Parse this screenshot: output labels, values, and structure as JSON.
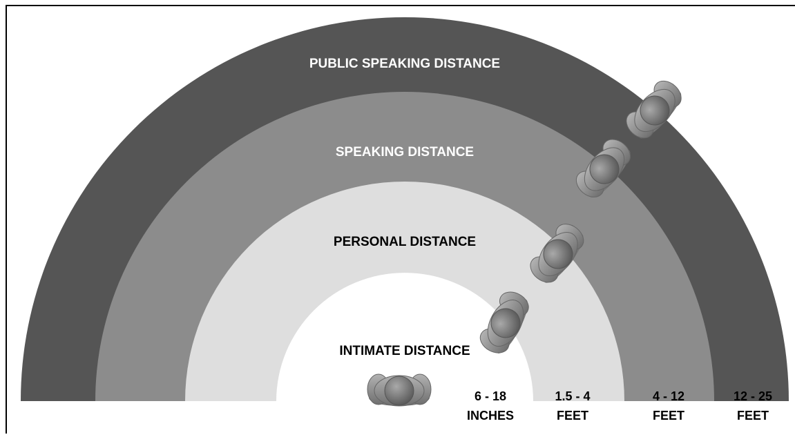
{
  "zones": [
    {
      "id": "public",
      "label": "PUBLIC SPEAKING DISTANCE",
      "range_top": "12 - 25",
      "range_bottom": "FEET",
      "color": "#555555",
      "label_color": "#ffffff"
    },
    {
      "id": "speaking",
      "label": "SPEAKING DISTANCE",
      "range_top": "4 - 12",
      "range_bottom": "FEET",
      "color": "#8c8c8c",
      "label_color": "#ffffff"
    },
    {
      "id": "personal",
      "label": "PERSONAL DISTANCE",
      "range_top": "1.5 - 4",
      "range_bottom": "FEET",
      "color": "#dedede",
      "label_color": "#000000"
    },
    {
      "id": "intimate",
      "label": "INTIMATE DISTANCE",
      "range_top": "6 - 18",
      "range_bottom": "INCHES",
      "color": "#ffffff",
      "label_color": "#000000"
    }
  ],
  "figure": {
    "icon": "person-top-view-icon",
    "count": 5,
    "body_color": "#8a8a8a",
    "head_color": "#6e6e6e"
  }
}
